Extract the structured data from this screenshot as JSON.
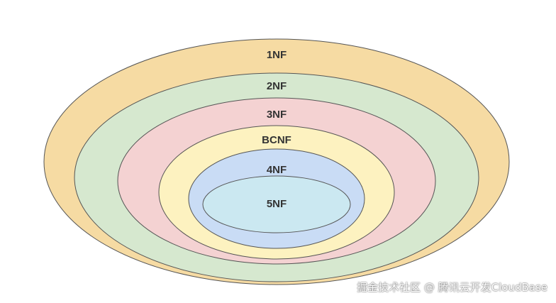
{
  "diagram": {
    "levels": [
      {
        "label": "1NF",
        "fill": "#f6dba3"
      },
      {
        "label": "2NF",
        "fill": "#d6e8cf"
      },
      {
        "label": "3NF",
        "fill": "#f4d2d2"
      },
      {
        "label": "BCNF",
        "fill": "#fdf2c0"
      },
      {
        "label": "4NF",
        "fill": "#c9dcf5"
      },
      {
        "label": "5NF",
        "fill": "#cbe8f1"
      }
    ],
    "stroke_color": "#555555"
  },
  "watermark": {
    "text": "掘金技术社区 @ 腾讯云开发CloudBase"
  }
}
